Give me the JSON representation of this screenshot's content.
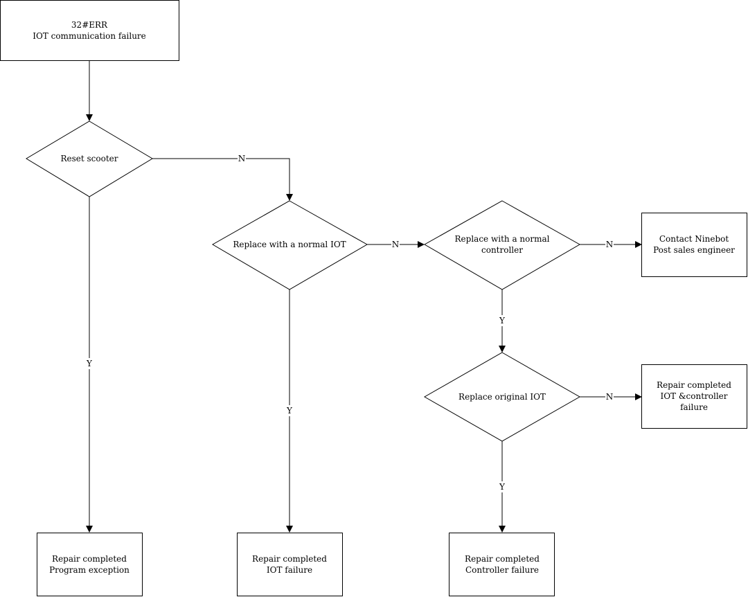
{
  "nodes": {
    "start": {
      "lines": [
        "32#ERR",
        "IOT communication failure"
      ]
    },
    "reset": {
      "lines": [
        "Reset scooter"
      ]
    },
    "replace_iot": {
      "lines": [
        "Replace with a normal IOT"
      ]
    },
    "replace_ctrl": {
      "lines": [
        "Replace with a normal",
        "controller"
      ]
    },
    "contact": {
      "lines": [
        "Contact Ninebot",
        "Post sales engineer"
      ]
    },
    "replace_orig": {
      "lines": [
        "Replace original IOT"
      ]
    },
    "repair_iot_ctrl": {
      "lines": [
        "Repair completed",
        "IOT &controller",
        "failure"
      ]
    },
    "repair_program": {
      "lines": [
        "Repair completed",
        "Program exception"
      ]
    },
    "repair_iot": {
      "lines": [
        "Repair completed",
        "IOT failure"
      ]
    },
    "repair_ctrl": {
      "lines": [
        "Repair completed",
        "Controller failure"
      ]
    }
  },
  "edge_labels": {
    "yes": "Y",
    "no": "N"
  },
  "colors": {
    "stroke": "#000000",
    "fill": "#ffffff",
    "text": "#000000"
  }
}
